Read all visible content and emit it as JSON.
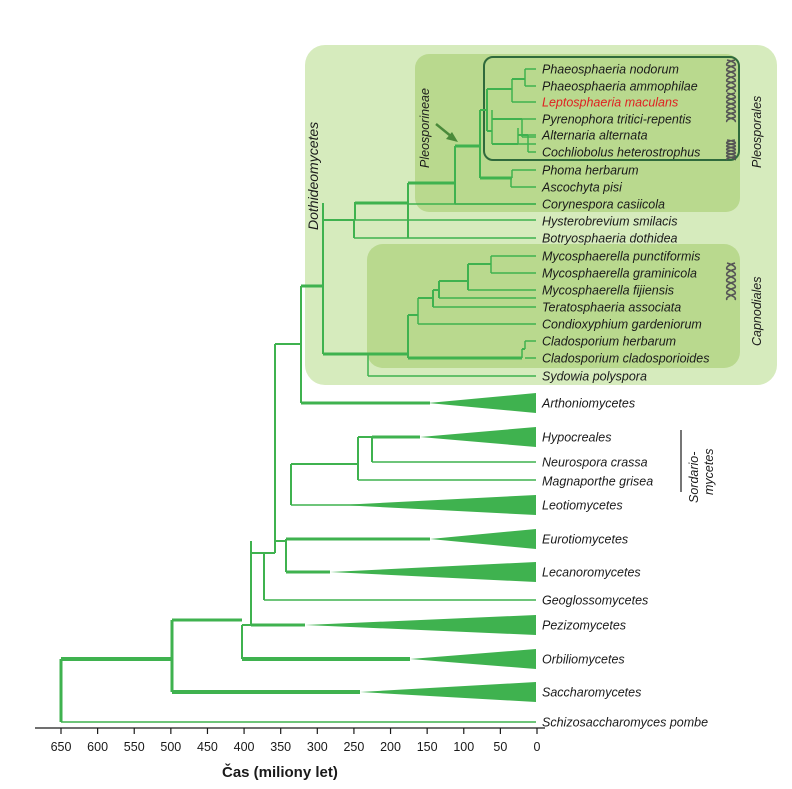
{
  "axis": {
    "title": "Čas (miliony let)",
    "ticks": [
      650,
      600,
      550,
      500,
      450,
      400,
      350,
      300,
      250,
      200,
      150,
      100,
      50,
      0
    ]
  },
  "clade_labels": {
    "dothideomycetes": "Dothideomycetes",
    "pleosporineae": "Pleosporineae",
    "pleosporales": "Pleosporales",
    "capnodiales": "Capnodiales",
    "sordario_1": "Sordario-",
    "sordario_2": "mycetes"
  },
  "taxa": [
    {
      "id": "phaeo_nod",
      "label": "Phaeosphaeria nodorum",
      "highlight": false,
      "genome": true
    },
    {
      "id": "phaeo_amm",
      "label": "Phaeosphaeria ammophilae",
      "highlight": false,
      "genome": false
    },
    {
      "id": "lepto",
      "label": "Leptosphaeria maculans",
      "highlight": true,
      "genome": true
    },
    {
      "id": "pyreno",
      "label": "Pyrenophora tritici-repentis",
      "highlight": false,
      "genome": false
    },
    {
      "id": "altern",
      "label": "Alternaria alternata",
      "highlight": false,
      "genome": false
    },
    {
      "id": "cochlio",
      "label": "Cochliobolus heterostrophus",
      "highlight": false,
      "genome": true
    },
    {
      "id": "phoma",
      "label": "Phoma herbarum",
      "highlight": false,
      "genome": false
    },
    {
      "id": "ascochyta",
      "label": "Ascochyta pisi",
      "highlight": false,
      "genome": false
    },
    {
      "id": "coryne",
      "label": "Corynespora casiicola",
      "highlight": false,
      "genome": false
    },
    {
      "id": "hystero",
      "label": "Hysterobrevium smilacis",
      "highlight": false,
      "genome": false
    },
    {
      "id": "botryo",
      "label": "Botryosphaeria dothidea",
      "highlight": false,
      "genome": false
    },
    {
      "id": "myco_punct",
      "label": "Mycosphaerella punctiformis",
      "highlight": false,
      "genome": false
    },
    {
      "id": "myco_gram",
      "label": "Mycosphaerella graminicola",
      "highlight": false,
      "genome": true
    },
    {
      "id": "myco_fij",
      "label": "Mycosphaerella fijiensis",
      "highlight": false,
      "genome": true
    },
    {
      "id": "terato",
      "label": "Teratosphaeria associata",
      "highlight": false,
      "genome": false
    },
    {
      "id": "condio",
      "label": "Condioxyphium gardeniorum",
      "highlight": false,
      "genome": false
    },
    {
      "id": "clado_herb",
      "label": "Cladosporium herbarum",
      "highlight": false,
      "genome": false
    },
    {
      "id": "clado_clad",
      "label": "Cladosporium cladosporioides",
      "highlight": false,
      "genome": false
    },
    {
      "id": "sydowia",
      "label": "Sydowia polyspora",
      "highlight": false,
      "genome": false
    },
    {
      "id": "arthonio",
      "label": "Arthoniomycetes",
      "highlight": false,
      "genome": false
    },
    {
      "id": "hypocreales",
      "label": "Hypocreales",
      "highlight": false,
      "genome": false
    },
    {
      "id": "neurospora",
      "label": "Neurospora crassa",
      "highlight": false,
      "genome": false
    },
    {
      "id": "magnaporthe",
      "label": "Magnaporthe grisea",
      "highlight": false,
      "genome": false
    },
    {
      "id": "leotio",
      "label": "Leotiomycetes",
      "highlight": false,
      "genome": false
    },
    {
      "id": "euroti",
      "label": "Eurotiomycetes",
      "highlight": false,
      "genome": false
    },
    {
      "id": "lecanoro",
      "label": "Lecanoromycetes",
      "highlight": false,
      "genome": false
    },
    {
      "id": "geoglosso",
      "label": "Geoglossomycetes",
      "highlight": false,
      "genome": false
    },
    {
      "id": "pezizo",
      "label": "Pezizomycetes",
      "highlight": false,
      "genome": false
    },
    {
      "id": "orbilio",
      "label": "Orbiliomycetes",
      "highlight": false,
      "genome": false
    },
    {
      "id": "saccharo",
      "label": "Saccharomycetes",
      "highlight": false,
      "genome": false
    },
    {
      "id": "schizo",
      "label": "Schizosaccharomyces pombe",
      "highlight": false,
      "genome": false
    }
  ],
  "colors": {
    "branch": "#3fb24f",
    "outer_box": "#d6ebbd",
    "inner_box": "#b9d98e",
    "frame": "#2f6a3c",
    "highlight_text": "#e02020"
  }
}
